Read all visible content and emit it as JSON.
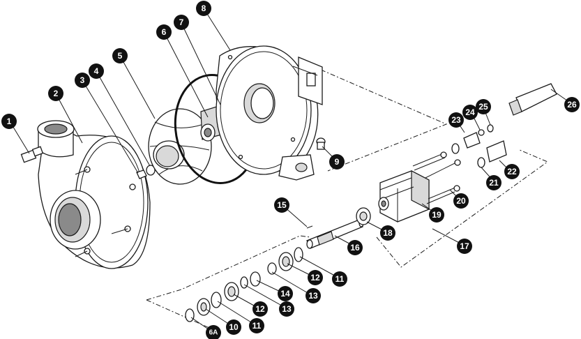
{
  "callouts": {
    "c1": "1",
    "c2": "2",
    "c3": "3",
    "c4": "4",
    "c5": "5",
    "c6": "6",
    "c7": "7",
    "c8": "8",
    "c9": "9",
    "c15": "15",
    "c16": "16",
    "c17": "17",
    "c18": "18",
    "c19": "19",
    "c20": "20",
    "c21": "21",
    "c22": "22",
    "c23": "23",
    "c24": "24",
    "c25": "25",
    "c26": "26",
    "c11a": "11",
    "c12a": "12",
    "c13a": "13",
    "c14": "14",
    "c12b": "12",
    "c13b": "13",
    "c11b": "11",
    "c10": "10",
    "c6a": "6A"
  },
  "colors": {
    "badge": "#111111",
    "line": "#1a1a1a",
    "shade": "#d9d9d9"
  }
}
